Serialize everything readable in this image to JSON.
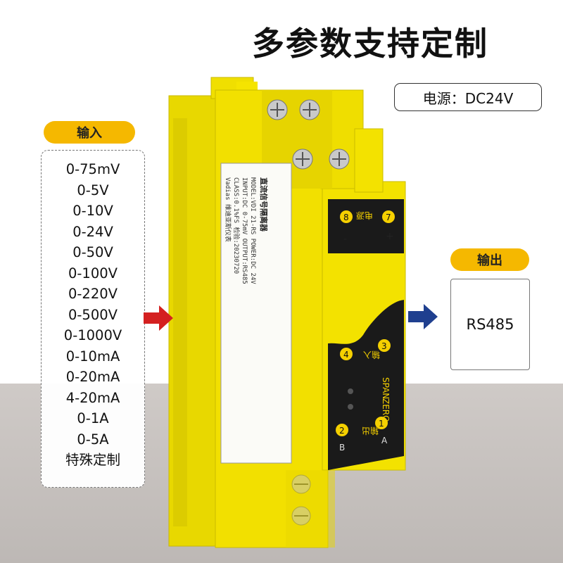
{
  "title": "多参数支持定制",
  "power_label": "电源：DC24V",
  "input": {
    "label": "输入",
    "items": [
      "0-75mV",
      "0-5V",
      "0-10V",
      "0-24V",
      "0-50V",
      "0-100V",
      "0-220V",
      "0-500V",
      "0-1000V",
      "0-10mA",
      "0-20mA",
      "4-20mA",
      "0-1A",
      "0-5A",
      "特殊定制"
    ]
  },
  "output": {
    "label": "输出",
    "value": "RS485"
  },
  "device": {
    "sticker_title": "直流信号隔离器",
    "line_model": "MODEL:VDI 21-RS  POWER:DC 24V",
    "line_input": "INPUT:DC 0-75mV  OUTPUT:RS485",
    "line_class": "CLASS:0.1%FS  检验:20230720",
    "brand": "Vadias 维迪亚斯仪表",
    "term_8": "8",
    "term_7": "7",
    "power_cn": "电源",
    "term_4": "4",
    "term_3": "3",
    "input_cn": "输入",
    "span": "SPAN",
    "zero": "ZERO",
    "term_2": "2",
    "term_1": "1",
    "output_cn": "输出",
    "a_label": "A",
    "b_label": "B",
    "plus_label": "+",
    "minus_label": "-"
  },
  "colors": {
    "accent_yellow": "#f5b800",
    "device_yellow": "#f2e000",
    "arrow_red": "#d42020",
    "arrow_blue": "#1f3f8f"
  }
}
